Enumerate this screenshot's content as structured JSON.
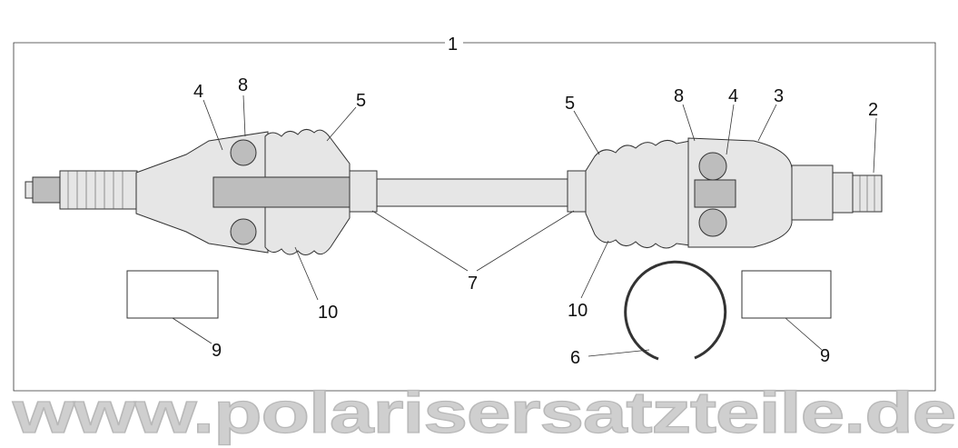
{
  "diagram": {
    "callouts": [
      "1",
      "2",
      "3",
      "4",
      "4",
      "5",
      "5",
      "6",
      "7",
      "8",
      "8",
      "9",
      "9",
      "10",
      "10"
    ],
    "watermark": "www.polarisersatzteile.de"
  }
}
